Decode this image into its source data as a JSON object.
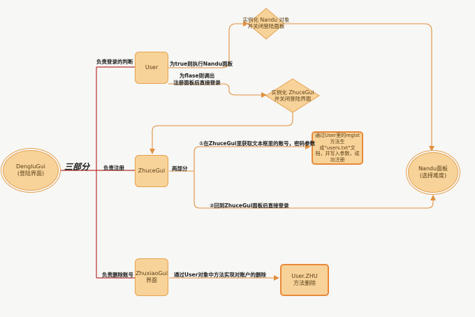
{
  "nodes": {
    "denglugui": "DengluGui\n(登陆界面)",
    "user": "User",
    "zhucegui": "ZhuceGui",
    "zhuxiaogui": "ZhuxiaoGui\n界面",
    "nandu_instance": "实例化 Nandu 对象\n并关闭登陆面板",
    "zhucegui_instance": "实例化 ZhuceGui\n并关闭登陆界面",
    "regist_box": "通过User里的regist\n方法生成\"users.txt\"文\n档，并写入参数，成\n功注册",
    "nandu_panel": "Nandu面板\n(选择难度)",
    "user_zhu": "User.ZHU\n方法删除"
  },
  "labels": {
    "sanbufen": "三部分",
    "login_judge": "负责登录的判断",
    "if_true": "为true则执行Nandu面板",
    "if_false": "为flase则调出\n注册面板后直接登录",
    "register": "负责注册",
    "two_parts": "两部分",
    "step1": "①在ZhuceGui里获取文本框里的账号，密码参数",
    "step2": "②回到ZhuceGui面板后直接登录",
    "delete_account": "负责删除账号",
    "delete_method": "通过User对象中方法实现对账户的删除"
  },
  "colors": {
    "node_fill": "#f7d39a",
    "node_border": "#e6a14f",
    "line_red": "#b8312f",
    "line_orange": "#e0903f",
    "canvas_bg": "#f7f7f5"
  }
}
